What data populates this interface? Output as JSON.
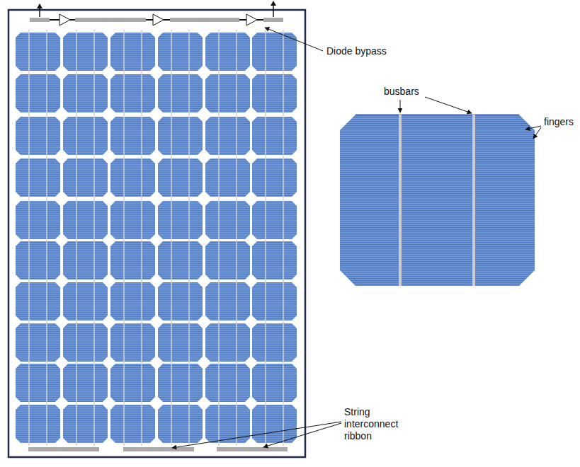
{
  "diagram": {
    "labels": [
      "Diode bypass",
      "busbars",
      "fingers",
      "String interconnect ribbon"
    ]
  }
}
